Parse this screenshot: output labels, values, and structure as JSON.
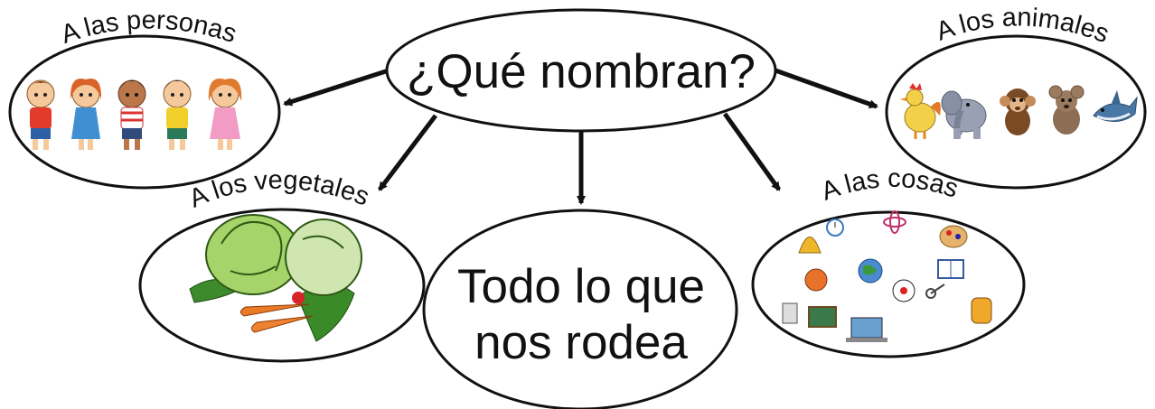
{
  "center_question": "¿Qué nombran?",
  "answer": {
    "line1": "Todo lo que",
    "line2": "nos rodea"
  },
  "categories": {
    "personas": "A las personas",
    "animales": "A los animales",
    "vegetales": "A los vegetales",
    "cosas": "A las cosas"
  },
  "colors": {
    "stroke": "#111111",
    "fill": "#ffffff"
  },
  "icons": {
    "personas": [
      "child-boy-red-shirt",
      "child-girl-blue-dress",
      "child-boy-striped-shirt",
      "child-boy-yellow-shirt",
      "child-girl-pink-dress"
    ],
    "animales": [
      "rooster-icon",
      "elephant-icon",
      "monkey-icon",
      "mouse-icon",
      "shark-icon"
    ],
    "vegetales": [
      "cabbage-icon",
      "carrot-icon",
      "parsley-icon"
    ],
    "cosas": [
      "bell-icon",
      "clock-icon",
      "atom-icon",
      "globe-icon",
      "ball-icon",
      "book-icon",
      "laptop-icon",
      "backpack-icon",
      "scissors-icon",
      "palette-icon"
    ]
  }
}
